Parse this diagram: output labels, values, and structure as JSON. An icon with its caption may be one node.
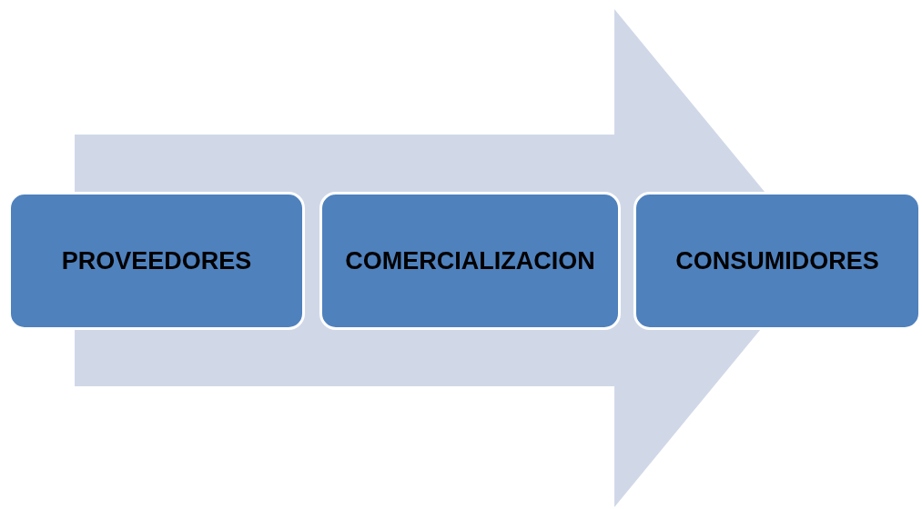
{
  "diagram": {
    "nodes": [
      {
        "text": [
          "PROVEEDORES"
        ]
      },
      {
        "text": [
          "COMERCIALIZACION"
        ]
      },
      {
        "text": [
          "CONSUMIDORES"
        ]
      }
    ],
    "edges": [
      {
        "from": 0,
        "to": 2,
        "arrow": "to"
      }
    ]
  }
}
